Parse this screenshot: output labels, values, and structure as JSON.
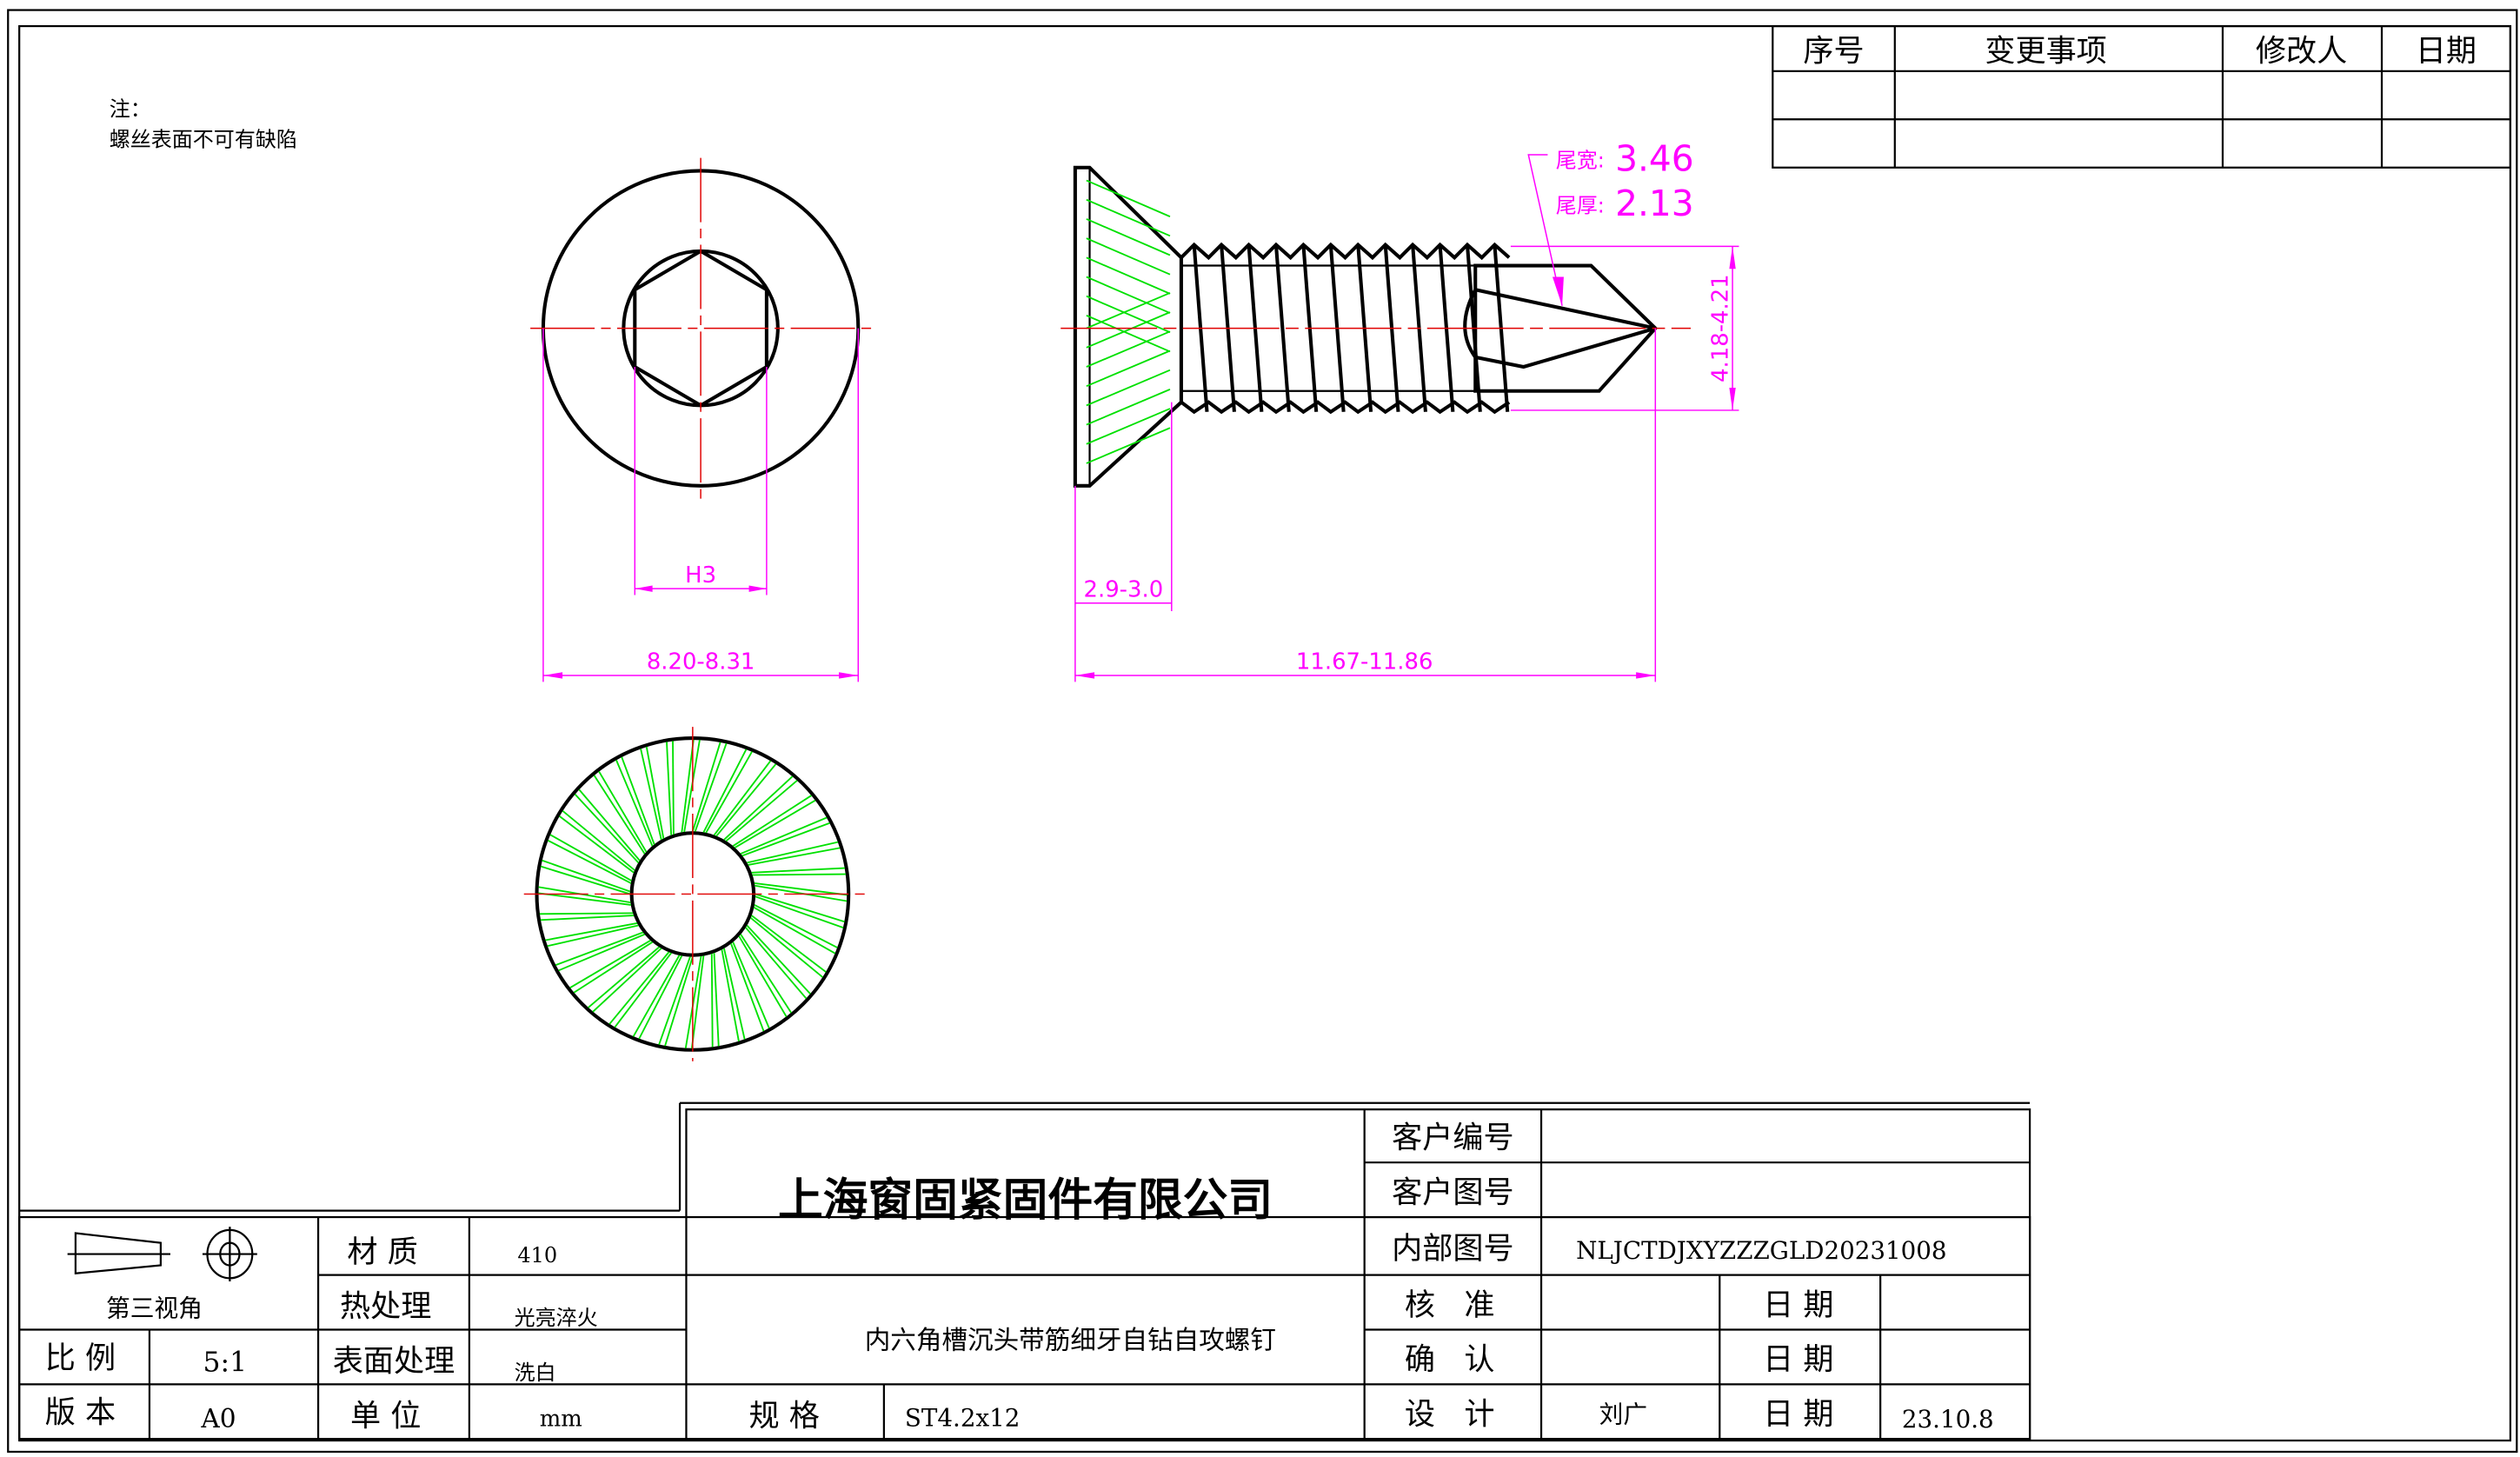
{
  "notes": {
    "title": "注：",
    "line1": "螺丝表面不可有缺陷"
  },
  "revision_table": {
    "headers": [
      "序号",
      "变更事项",
      "修改人",
      "日期"
    ]
  },
  "dimensions": {
    "hex": "H3",
    "head_dia": "8.20-8.31",
    "head_height": "2.9-3.0",
    "length": "11.67-11.86",
    "thread_dia": "4.18-4.21",
    "tail_width_label": "尾宽:",
    "tail_width": "3.46",
    "tail_thick_label": "尾厚:",
    "tail_thick": "2.13"
  },
  "title_block": {
    "projection": "第三视角",
    "material_label": "材 质",
    "material": "410",
    "heat_label": "热处理",
    "heat": "光亮淬火",
    "surface_label": "表面处理",
    "surface": "洗白",
    "scale_label": "比 例",
    "scale": "5:1",
    "version_label": "版 本",
    "version": "A0",
    "unit_label": "单 位",
    "unit": "mm",
    "company": "上海窗固紧固件有限公司",
    "product": "内六角槽沉头带筋细牙自钻自攻螺钉",
    "spec_label": "规 格",
    "spec": "ST4.2x12",
    "customer_no_label": "客户编号",
    "customer_no": "",
    "customer_dwg_label": "客户图号",
    "customer_dwg": "",
    "internal_dwg_label": "内部图号",
    "internal_dwg": "NLJCTDJXYZZZGLD20231008",
    "approve_label": "核   准",
    "approve": "",
    "confirm_label": "确   认",
    "confirm": "",
    "design_label": "设   计",
    "design": "刘广",
    "date_label": "日 期",
    "approve_date": "",
    "confirm_date": "",
    "design_date": "23.10.8"
  }
}
